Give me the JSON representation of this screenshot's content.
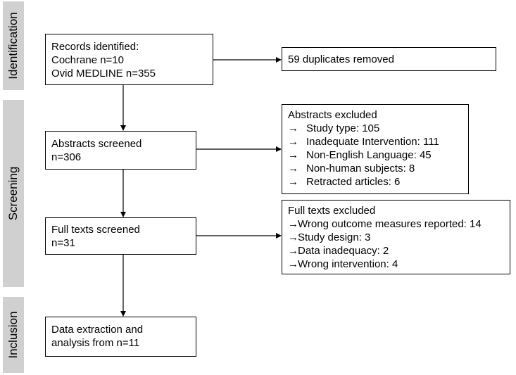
{
  "stages": {
    "identification": "Identification",
    "screening": "Screening",
    "inclusion": "Inclusion"
  },
  "records": {
    "title": "Records identified:",
    "lines": [
      "Cochrane n=10",
      "Ovid MEDLINE n=355"
    ]
  },
  "duplicates": {
    "text": "59 duplicates removed"
  },
  "abstracts_screened": {
    "lines": [
      "Abstracts screened",
      "n=306"
    ]
  },
  "abstracts_excluded": {
    "title": "Abstracts excluded",
    "arrow": "→",
    "items": [
      "Study type: 105",
      "Inadequate Intervention: 111",
      "Non-English Language: 45",
      "Non-human subjects: 8",
      "Retracted articles: 6"
    ]
  },
  "full_texts_screened": {
    "lines": [
      "Full texts screened",
      "n=31"
    ]
  },
  "full_texts_excluded": {
    "title": "Full texts excluded",
    "arrow": "→",
    "items": [
      "Wrong outcome measures reported: 14",
      "Study design: 3",
      "Data inadequacy: 2",
      "Wrong intervention: 4"
    ]
  },
  "final": {
    "lines": [
      "Data extraction and",
      "analysis from n=11"
    ]
  }
}
